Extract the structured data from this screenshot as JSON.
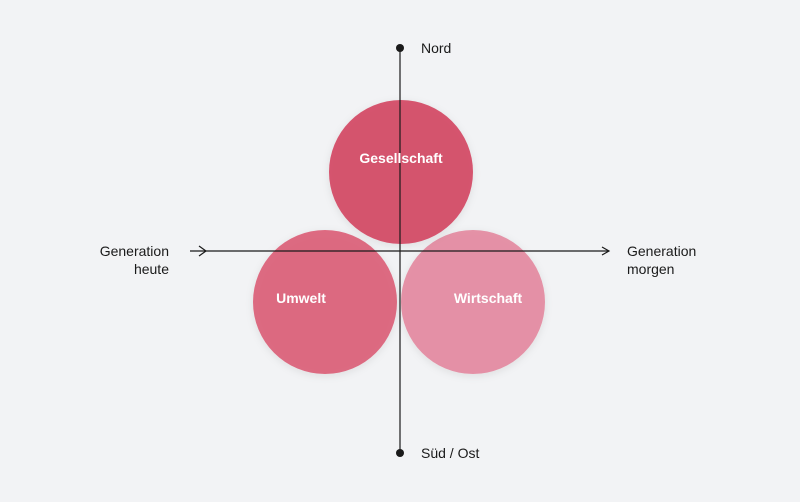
{
  "axes": {
    "top_label": "Nord",
    "bottom_label": "Süd / Ost",
    "left_label_line1": "Generation",
    "left_label_line2": "heute",
    "right_label_line1": "Generation",
    "right_label_line2": "morgen"
  },
  "circles": {
    "top": {
      "label": "Gesellschaft",
      "color": "#d23c5a"
    },
    "left": {
      "label": "Umwelt",
      "color": "#d94f6a"
    },
    "right": {
      "label": "Wirtschaft",
      "color": "#e3819a"
    }
  },
  "colors": {
    "background": "#f2f3f5",
    "axis": "#1a1a1a"
  }
}
